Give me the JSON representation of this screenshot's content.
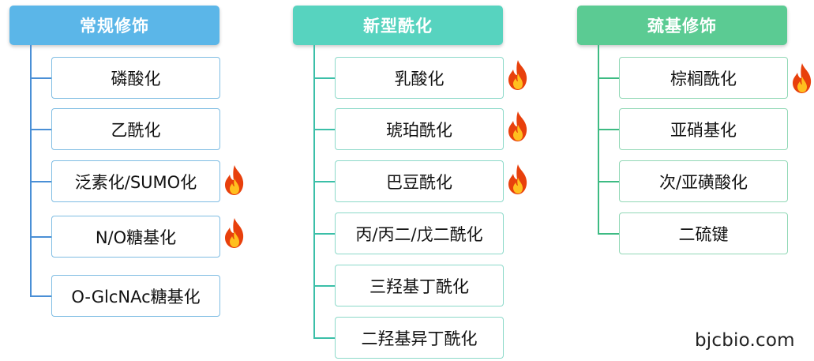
{
  "columns": [
    {
      "title": "常规修饰",
      "items": [
        {
          "label": "磷酸化",
          "hot": false
        },
        {
          "label": "乙酰化",
          "hot": false
        },
        {
          "label": "泛素化/SUMO化",
          "hot": true
        },
        {
          "label": "N/O糖基化",
          "hot": true
        },
        {
          "label": "O-GlcNAc糖基化",
          "hot": false
        }
      ]
    },
    {
      "title": "新型酰化",
      "items": [
        {
          "label": "乳酸化",
          "hot": true
        },
        {
          "label": "琥珀酰化",
          "hot": true
        },
        {
          "label": "巴豆酰化",
          "hot": true
        },
        {
          "label": "丙/丙二/戊二酰化",
          "hot": false
        },
        {
          "label": "三羟基丁酰化",
          "hot": false
        },
        {
          "label": "二羟基异丁酰化",
          "hot": false
        }
      ]
    },
    {
      "title": "巯基修饰",
      "items": [
        {
          "label": "棕榈酰化",
          "hot": true
        },
        {
          "label": "亚硝基化",
          "hot": false
        },
        {
          "label": "次/亚磺酸化",
          "hot": false
        },
        {
          "label": "二硫键",
          "hot": false
        }
      ]
    }
  ],
  "hot_icon": "fire-icon",
  "colors": {
    "col1_header": "#5bb6e8",
    "col2_header": "#57d3bf",
    "col3_header": "#5bcb93"
  },
  "watermark": "bjcbio.com"
}
